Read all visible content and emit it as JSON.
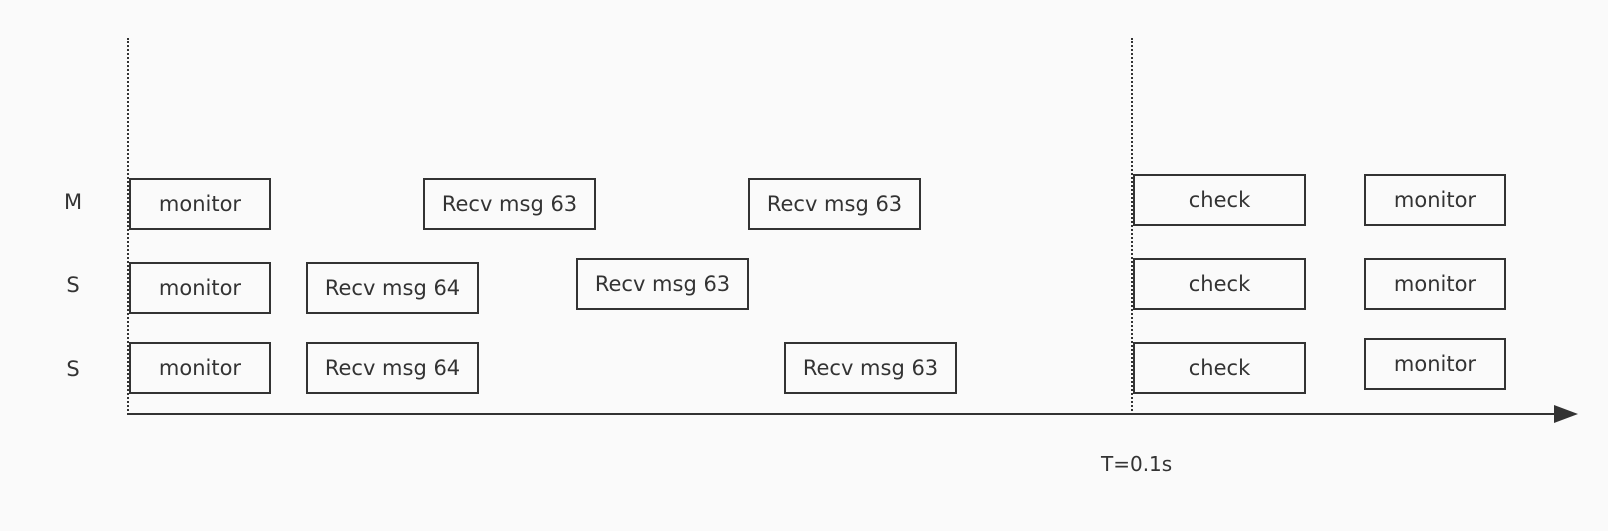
{
  "rows": {
    "master": "M",
    "slave1": "S",
    "slave2": "S"
  },
  "boxes": {
    "m_monitor_1": "monitor",
    "m_recv_1": "Recv msg 63",
    "m_recv_2": "Recv msg 63",
    "m_check": "check",
    "m_monitor_2": "monitor",
    "s1_monitor_1": "monitor",
    "s1_recv_64": "Recv msg 64",
    "s1_recv_63": "Recv msg 63",
    "s1_check": "check",
    "s1_monitor_2": "monitor",
    "s2_monitor_1": "monitor",
    "s2_recv_64": "Recv msg 64",
    "s2_recv_63": "Recv msg 63",
    "s2_check": "check",
    "s2_monitor_2": "monitor"
  },
  "time_marker": "T=0.1s",
  "colors": {
    "stroke": "#333333",
    "background": "#fafafa"
  }
}
